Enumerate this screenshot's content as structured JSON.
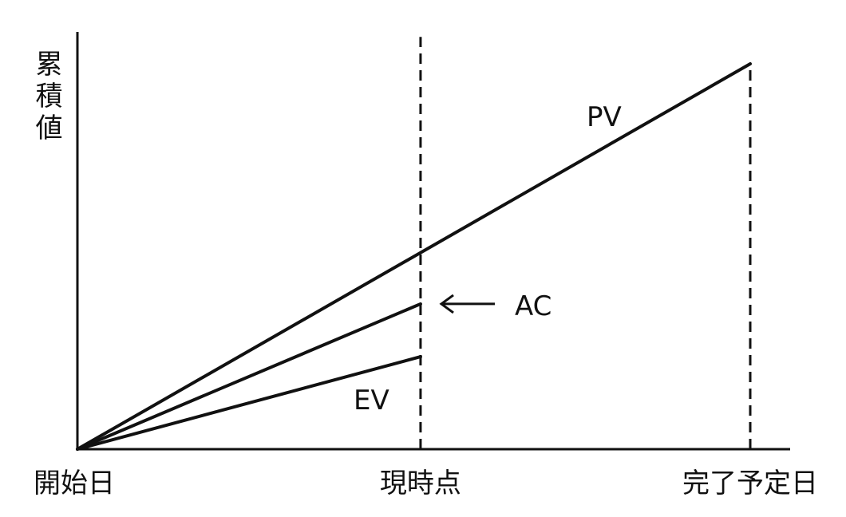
{
  "chart_data": {
    "type": "line",
    "title": "",
    "ylabel": "累積値",
    "xlabel": "",
    "x_ticks": [
      {
        "x": 0,
        "label": "開始日"
      },
      {
        "x": 0.51,
        "label": "現時点"
      },
      {
        "x": 1,
        "label": "完了予定日"
      }
    ],
    "xlim": [
      0,
      1.06
    ],
    "ylim": [
      0,
      1.08
    ],
    "grid": false,
    "series": [
      {
        "name": "PV",
        "points": [
          [
            0,
            0
          ],
          [
            1,
            1
          ]
        ]
      },
      {
        "name": "AC",
        "points": [
          [
            0,
            0
          ],
          [
            0.51,
            0.377
          ]
        ]
      },
      {
        "name": "EV",
        "points": [
          [
            0,
            0
          ],
          [
            0.51,
            0.24
          ]
        ]
      }
    ],
    "reference_lines": [
      {
        "x": 0.51,
        "style": "dashed",
        "top": 1.07
      },
      {
        "x": 1,
        "style": "dashed",
        "top": 1
      }
    ],
    "annotations": [
      {
        "text": "PV",
        "target": "PV"
      },
      {
        "text": "AC",
        "target": "AC",
        "arrow": true
      },
      {
        "text": "EV",
        "target": "EV"
      }
    ],
    "line_color": "#111111"
  }
}
